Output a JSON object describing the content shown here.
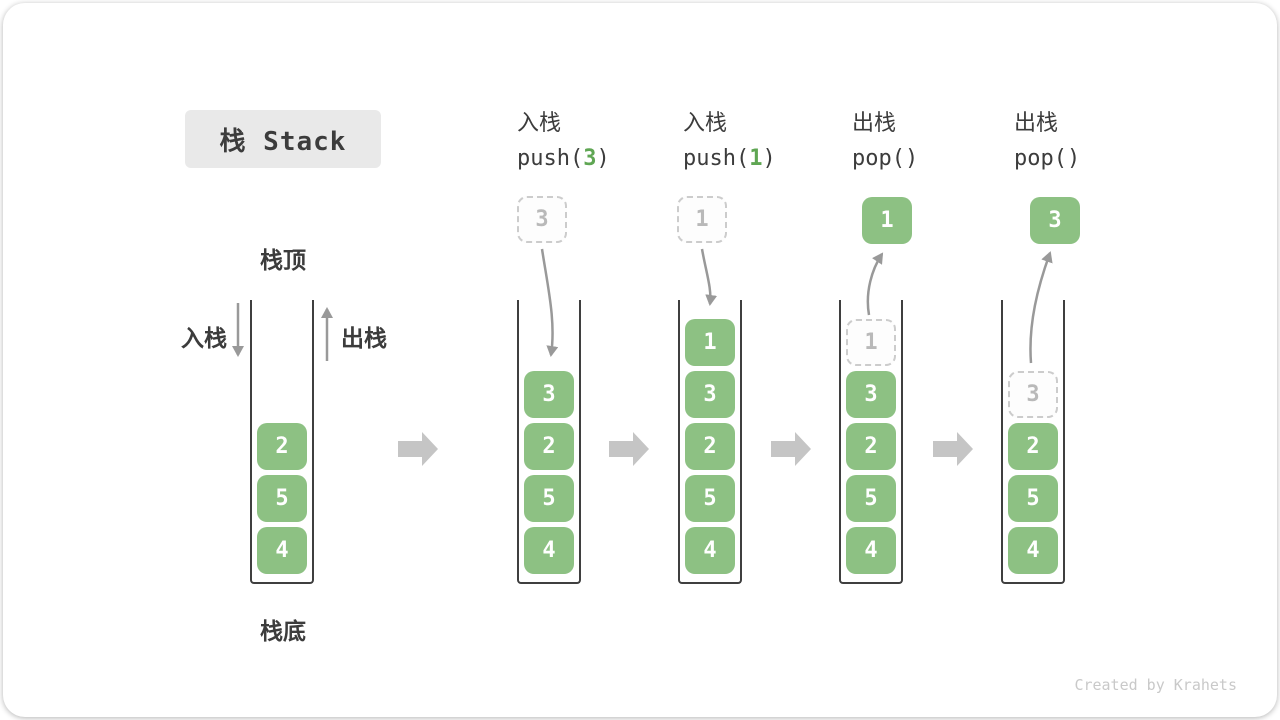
{
  "title": {
    "label": "栈 Stack"
  },
  "watermark": "Created by Krahets",
  "colors": {
    "green_box": "#8dc183",
    "green_accent": "#5fa653",
    "text_dark": "#3c3c3c",
    "wall": "#3f3f3f",
    "arrow_gray": "#999999",
    "block_arrow": "#c5c5c5",
    "dashed_border": "#cccccc",
    "ghost_text": "#b9b9b9",
    "title_bg": "#e9e9e9",
    "watermark_color": "#c9c9c9"
  },
  "legend": {
    "stack_top": "栈顶",
    "stack_bottom": "栈底",
    "push_label": "入栈",
    "pop_label": "出栈"
  },
  "columns": [
    {
      "id": "initial",
      "values": [
        "2",
        "5",
        "4"
      ]
    },
    {
      "id": "push-3",
      "op": {
        "line1": "入栈",
        "fn": "push(",
        "arg": "3",
        "close": ")"
      },
      "ghost": "3",
      "values": [
        "3",
        "2",
        "5",
        "4"
      ]
    },
    {
      "id": "push-1",
      "op": {
        "line1": "入栈",
        "fn": "push(",
        "arg": "1",
        "close": ")"
      },
      "ghost": "1",
      "values": [
        "1",
        "3",
        "2",
        "5",
        "4"
      ]
    },
    {
      "id": "pop-1",
      "op": {
        "line1": "出栈",
        "fn": "pop(",
        "arg": "",
        "close": ")"
      },
      "popped": "1",
      "ghost": "1",
      "values": [
        "3",
        "2",
        "5",
        "4"
      ]
    },
    {
      "id": "pop-3",
      "op": {
        "line1": "出栈",
        "fn": "pop(",
        "arg": "",
        "close": ")"
      },
      "popped": "3",
      "ghost": "3",
      "values": [
        "2",
        "5",
        "4"
      ]
    }
  ]
}
